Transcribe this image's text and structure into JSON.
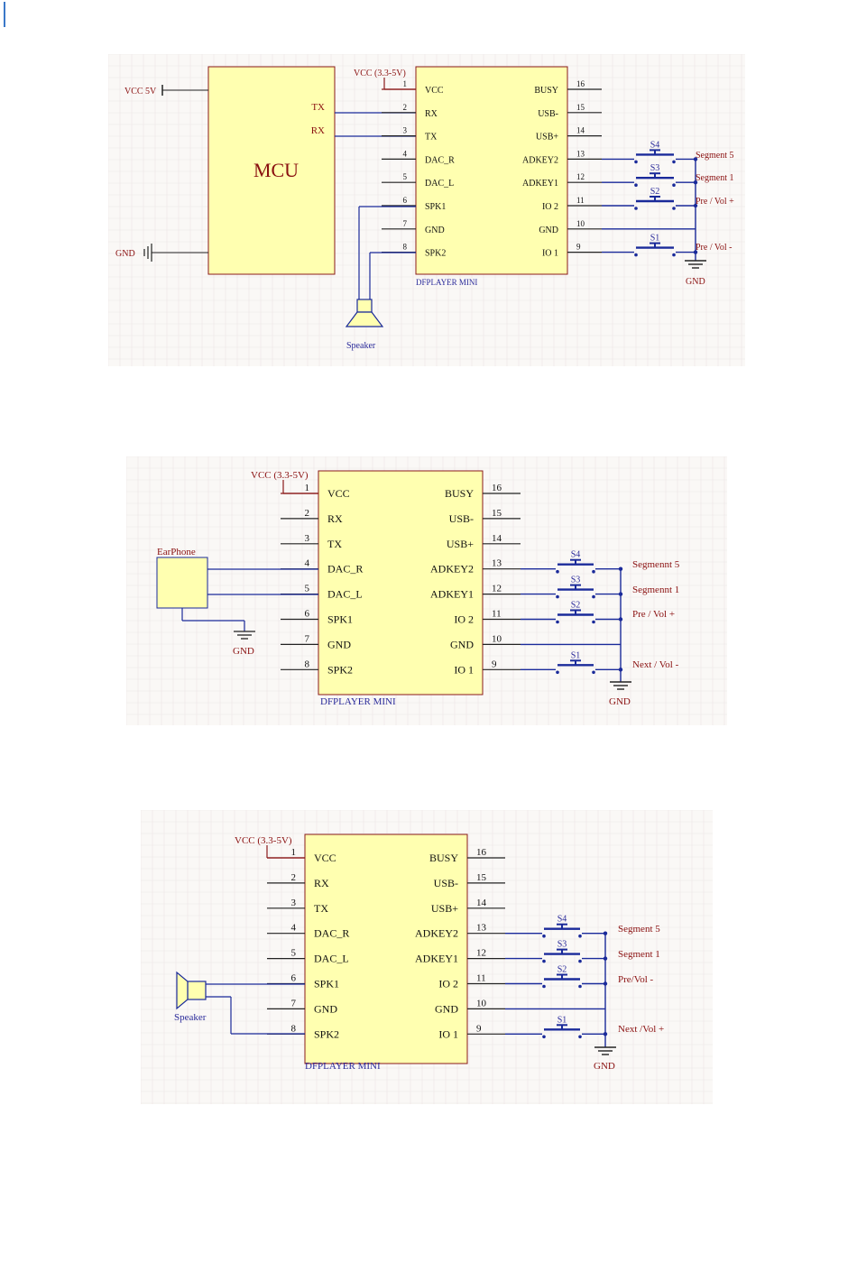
{
  "colors": {
    "wire": "#1a2a9a",
    "pin": "#222222",
    "chip_fill": "#ffffb0",
    "chip_border": "#8a1a1a",
    "grid": "#ebe6e6",
    "background": "#faf8f6",
    "label_red": "#8a1010",
    "label_blue": "#2b2b9a"
  },
  "chip": {
    "name": "DFPLAYER MINI",
    "left_pins": [
      {
        "num": "1",
        "name": "VCC"
      },
      {
        "num": "2",
        "name": "RX"
      },
      {
        "num": "3",
        "name": "TX"
      },
      {
        "num": "4",
        "name": "DAC_R"
      },
      {
        "num": "5",
        "name": "DAC_L"
      },
      {
        "num": "6",
        "name": "SPK1"
      },
      {
        "num": "7",
        "name": "GND"
      },
      {
        "num": "8",
        "name": "SPK2"
      }
    ],
    "right_pins": [
      {
        "num": "16",
        "name": "BUSY"
      },
      {
        "num": "15",
        "name": "USB-"
      },
      {
        "num": "14",
        "name": "USB+"
      },
      {
        "num": "13",
        "name": "ADKEY2"
      },
      {
        "num": "12",
        "name": "ADKEY1"
      },
      {
        "num": "11",
        "name": "IO 2"
      },
      {
        "num": "10",
        "name": "GND"
      },
      {
        "num": "9",
        "name": "IO 1"
      }
    ]
  },
  "switches": [
    "S4",
    "S3",
    "S2",
    "S1"
  ],
  "gnd_label": "GND",
  "diagram1": {
    "vcc": "VCC (3.3-5V)",
    "mcu": {
      "name": "MCU",
      "tx": "TX",
      "rx": "RX",
      "vcc": "VCC 5V",
      "gnd": "GND"
    },
    "speaker": "Speaker",
    "button_labels": [
      "Segment 5",
      "Segment 1",
      "Pre / Vol +",
      "Pre / Vol -"
    ]
  },
  "diagram2": {
    "vcc": "VCC (3.3-5V)",
    "earphone": "EarPhone",
    "button_labels": [
      "Segmennt 5",
      "Segmennt 1",
      "Pre / Vol +",
      "Next / Vol -"
    ]
  },
  "diagram3": {
    "vcc": "VCC (3.3-5V)",
    "speaker": "Speaker",
    "button_labels": [
      "Segment 5",
      "Segment 1",
      "Pre/Vol -",
      "Next /Vol +"
    ]
  }
}
